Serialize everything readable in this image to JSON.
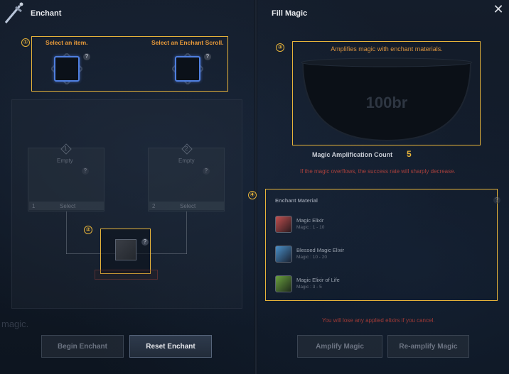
{
  "left_panel": {
    "title": "Enchant",
    "select_item_label": "Select an item.",
    "select_scroll_label": "Select an Enchant Scroll.",
    "annotations": [
      "①",
      "②"
    ],
    "card_left": {
      "number": "1",
      "empty_label": "Empty",
      "select_label": "Select"
    },
    "card_right": {
      "number": "2",
      "empty_label": "Empty",
      "select_label": "Select"
    },
    "bg_word": "magic.",
    "begin_button": "Begin Enchant",
    "reset_button": "Reset Enchant"
  },
  "right_panel": {
    "title": "Fill Magic",
    "annotations": [
      "③",
      "④"
    ],
    "bowl_caption": "Amplifies magic with enchant materials.",
    "bowl_value": "100br",
    "amp_count_label": "Magic Amplification Count",
    "amp_count_value": "5",
    "overflow_warning": "If the magic overflows, the success rate will sharply decrease.",
    "materials_header": "Enchant Material",
    "materials": [
      {
        "name": "Magic Elixir",
        "sub": "Magic : 1 - 10",
        "color": "#c05050"
      },
      {
        "name": "Blessed Magic Elixir",
        "sub": "Magic : 10 - 20",
        "color": "#4a90c8"
      },
      {
        "name": "Magic Elixir of Life",
        "sub": "Magic : 3 - 5",
        "color": "#6aa040"
      }
    ],
    "cancel_warning": "You will lose any applied elixirs if you cancel.",
    "amplify_button": "Amplify Magic",
    "reamplify_button": "Re-amplify Magic"
  },
  "colors": {
    "highlight": "#e6b33a",
    "slot_border": "#4f7fe0",
    "warning": "#a8403c"
  }
}
